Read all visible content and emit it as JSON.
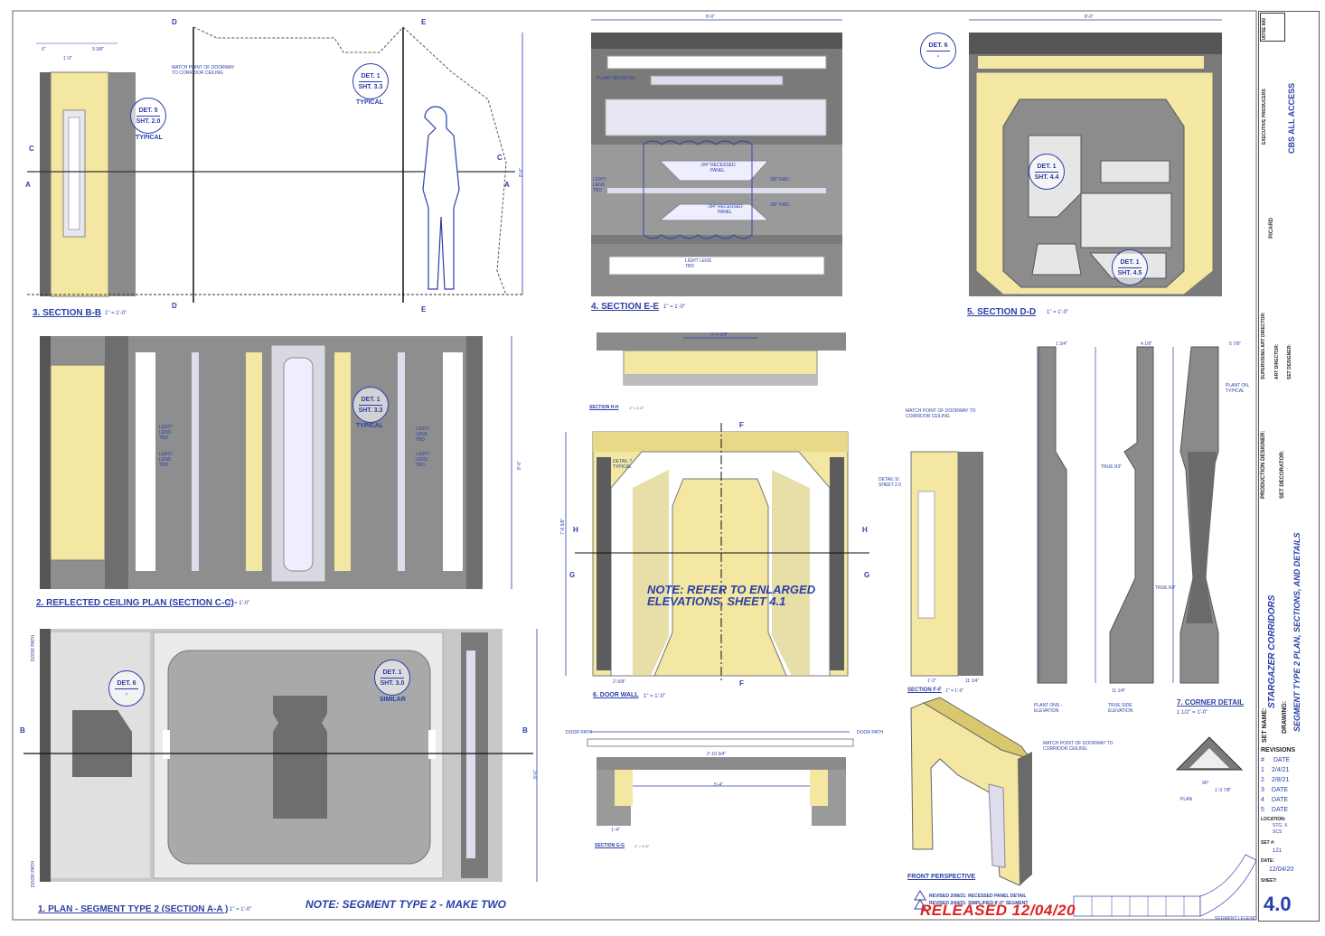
{
  "views": {
    "section_bb": {
      "title": "3. SECTION B-B",
      "scale": "1\" = 1'-0\""
    },
    "section_ee": {
      "title": "4. SECTION E-E",
      "scale": "1\" = 1'-0\""
    },
    "section_dd": {
      "title": "5. SECTION D-D",
      "scale": "1\" = 1'-0\""
    },
    "rcp": {
      "title": "2. REFLECTED CEILING PLAN (SECTION C-C)",
      "scale": "1\" = 1'-0\""
    },
    "plan": {
      "title": "1. PLAN - SEGMENT TYPE 2 (SECTION A-A )",
      "scale": "1\" = 1'-0\""
    },
    "door_wall": {
      "title": "6. DOOR WALL",
      "scale": "1\" = 1'-0\""
    },
    "section_hh": {
      "title": "SECTION H-H",
      "scale": "1\" = 1'-0\""
    },
    "section_gg": {
      "title": "SECTION G-G",
      "scale": "1\" = 1'-0\""
    },
    "section_ff": {
      "title": "SECTION F-F",
      "scale": "1\" = 1'-0\""
    },
    "corner": {
      "title": "7. CORNER DETAIL",
      "scale": "1 1/2\" = 1'-0\""
    },
    "front_persp": {
      "title": "FRONT PERSPECTIVE"
    }
  },
  "details": {
    "det5": {
      "a": "DET. 5",
      "b": "SHT. 2.0",
      "c": "TYPICAL"
    },
    "det1_bb": {
      "a": "DET. 1",
      "b": "SHT. 3.3",
      "c": "TYPICAL"
    },
    "det6_dd": {
      "a": "DET. 6",
      "b": "-"
    },
    "det1_dd1": {
      "a": "DET. 1",
      "b": "SHT. 4.4"
    },
    "det1_dd2": {
      "a": "DET. 1",
      "b": "SHT. 4.5"
    },
    "det1_rcp": {
      "a": "DET. 1",
      "b": "SHT. 3.3",
      "c": "TYPICAL"
    },
    "det6_plan": {
      "a": "DET. 6",
      "b": "-"
    },
    "det1_plan": {
      "a": "DET. 1",
      "b": "SHT. 3.0",
      "c": "SIMILAR"
    }
  },
  "annotations": {
    "match_point": "MATCH POINT OF DOORWAY TO CORRIDOR CEILING",
    "plant_on": "PLANT ON DETAIL",
    "recessed_panel": "-3/4\" RECESSED PANEL",
    "rad": "3/8\" RAD.",
    "light_lens": "LIGHT LENS TBD",
    "detail7": "DETAIL 7, TYPICAL",
    "detail5": "DETAIL 5/ SHEET 2.0",
    "true_r": "TRUE R3\"",
    "plant_on_typ": "PLANT ON, TYPICAL",
    "plant_on_elev": "PLANT ONS - ELEVATION",
    "true_side": "TRUE SIDE ELEVATION",
    "plan_lbl": "PLAN",
    "door_path": "DOOR PATH",
    "segment_legend": "SEGMENT LEGEND"
  },
  "dims": {
    "w8": "8'-0\"",
    "h8": "8'-0\"",
    "d6": "6\"",
    "d938": "9 3/8\"",
    "d10": "1'-0\"",
    "d2434": "2'-4 3/4\"",
    "d21034": "2'-10 3/4\"",
    "d54": "5'-4\"",
    "d14": "1'-4\"",
    "d758": "7'-8 5/8\"",
    "d2558": "2'-5/8\"",
    "d12": "1'-2\"",
    "d1114": "11 1/4\"",
    "d134": "1 3/4\"",
    "d418": "4 1/8\"",
    "d578": "5 7/8\"",
    "d90": "90°",
    "d1378": "1'-3 7/8\""
  },
  "notes": {
    "refer": "NOTE: REFER TO ENLARGED ELEVATIONS, SHEET 4.1",
    "make_two": "NOTE: SEGMENT TYPE 2 - MAKE TWO"
  },
  "section_marks": {
    "a": "A",
    "b": "B",
    "c": "C",
    "d": "D",
    "e": "E",
    "f": "F",
    "g": "G",
    "h": "H"
  },
  "revisions_notes": [
    "REVISED 2/08/21: RECESSED PANEL DETAIL",
    "REVISED 2/04/21: SIMPLIFIED 8'-0\" SEGMENT"
  ],
  "released": "RELEASED 12/04/20",
  "title_block": {
    "union": "IATSE 800",
    "exec_producers": "EXECUTIVE PRODUCERS",
    "network": "CBS ALL ACCESS",
    "show": "PICARD",
    "supervising_ad": "SUPERVISING ART DIRECTOR:",
    "art_director": "ART DIRECTOR:",
    "set_designer": "SET DESIGNER:",
    "production_designer": "PRODUCTION DESIGNER:",
    "set_decorator": "SET DECORATOR:",
    "set_name_label": "SET NAME:",
    "set_name": "STARGAZER CORRIDORS",
    "drawing_label": "DRAWING:",
    "drawing": "SEGMENT TYPE 2 PLAN, SECTIONS, AND DETAILS",
    "revisions_label": "REVISIONS",
    "rev_header": [
      "#",
      "DATE"
    ],
    "revisions": [
      {
        "n": "1",
        "date": "2/4/21"
      },
      {
        "n": "2",
        "date": "2/8/21"
      },
      {
        "n": "3",
        "date": "DATE"
      },
      {
        "n": "4",
        "date": "DATE"
      },
      {
        "n": "5",
        "date": "DATE"
      }
    ],
    "location_label": "LOCATION:",
    "location": "STG. X",
    "location2": "SCS",
    "set_no_label": "SET #:",
    "set_no": "121",
    "date_label": "DATE:",
    "date": "12/04/20",
    "sheet_label": "SHEET:",
    "sheet": "4.0"
  },
  "colors": {
    "line": "#2a3fa8",
    "yellow": "#f3e7a2",
    "gray": "#9a9a9a",
    "dark": "#5a5a5a",
    "red": "#e02020"
  }
}
